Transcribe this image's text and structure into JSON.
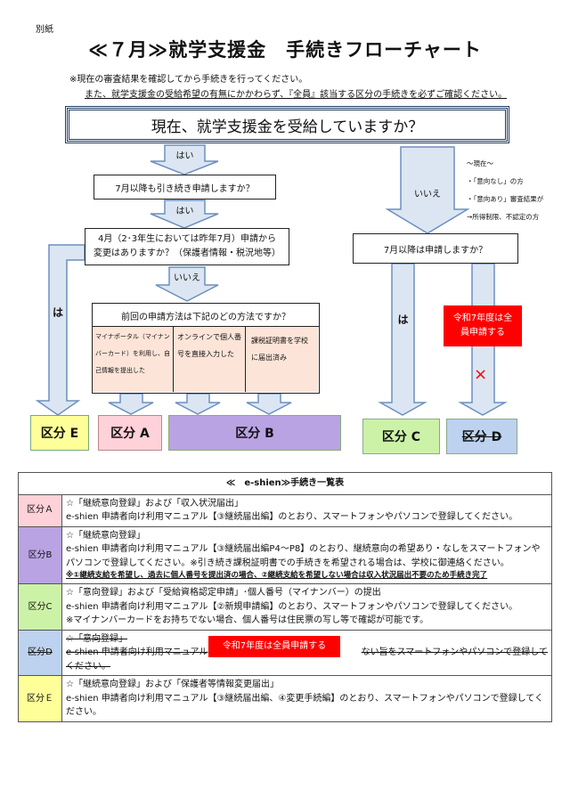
{
  "header": {
    "attachment": "別紙",
    "title": "≪７月≫就学支援金　手続きフローチャート",
    "note1": "※現在の審査結果を確認してから手続きを行ってください。",
    "note2": "また、就学支援金の受給希望の有無にかかわらず、『全員』該当する区分の手続きを必ずご確認ください。"
  },
  "flow": {
    "main_question": "現在、就学支援金を受給していますか？",
    "yes": "はい",
    "no": "いいえ",
    "q_continue": "7月以降も引き続き申請しますか？",
    "q_change": "4月（2･3年生においては昨年7月）申請から\n変更はありますか？（保護者情報・税況地等）",
    "q_method": "前回の申請方法は下記のどの方法ですか？",
    "method_mynaportal": "マイナポータル（マイナンバーカード）を利用し、自己情報を提出した",
    "method_online": "オンラインで個人番号を直接入力した",
    "method_school": "課税証明書を学校に届出済み",
    "q_apply_after_july": "7月以降は申請しますか？",
    "left_yes_label": "は",
    "mid_yes_label": "は",
    "side_note": [
      "～現在～",
      "・「意向なし」の方",
      "・「意向あり」審査結果が",
      "→所得制限、不認定の方"
    ],
    "reiwa_all": "令和7年度は全員申請する",
    "cross": "×",
    "categories": {
      "E": "区分 E",
      "A": "区分 A",
      "B": "区分 B",
      "C": "区分 C",
      "D": "区分 D"
    }
  },
  "table": {
    "title": "≪　e-shien≫手続き一覧表",
    "rows": [
      {
        "key": "区分Ａ",
        "lines": [
          "☆「継続意向登録」および「収入状況届出」",
          "e-shien 申請者向け利用マニュアル【③継続届出編】のとおり、スマートフォンやパソコンで登録してください。"
        ]
      },
      {
        "key": "区分B",
        "lines": [
          "☆「継続意向登録」",
          "e-shien 申請者向け利用マニュアル【③継続届出編P4～P8】のとおり、継続意向の希望あり・なしをスマートフォンやパソコンで登録してください。※引き続き課税証明書での手続きを希望される場合は、学校に御連絡ください。",
          "※①継続支給を希望し、過去に個人番号を提出済の場合、②継続支給を希望しない場合は収入状況届出不要のため手続き完了"
        ]
      },
      {
        "key": "区分C",
        "lines": [
          "☆「意向登録」および「受給資格認定申請」･個人番号（マイナンバー）の提出",
          "e-shien 申請者向け利用マニュアル【②新規申請編】のとおり、スマートフォンやパソコンで登録してください。",
          "※マイナンバーカードをお持ちでない場合、個人番号は住民票の写し等で確認が可能です。"
        ]
      },
      {
        "key": "区分D",
        "lines": [
          "☆「意向登録」",
          "e-shien 申請者向け利用マニュアル",
          "ない旨をスマートフォンやパソコンで登録して",
          "ください。"
        ],
        "overlay": "令和7年度は全員申請する"
      },
      {
        "key": "区分Ｅ",
        "lines": [
          "☆「継続意向登録」および「保護者等情報変更届出」",
          "e-shien 申請者向け利用マニュアル【③継続届出編、④変更手続編】のとおり、スマートフォンやパソコンで登録してください。"
        ]
      }
    ]
  },
  "colors": {
    "arrow_fill": "#dce6f2",
    "arrow_border": "#6d8fbf",
    "cat_E": "#ffff99",
    "cat_A": "#ffd1d9",
    "cat_B": "#b9a3e3",
    "cat_C": "#ccf2a8",
    "cat_D": "#bcd2ee",
    "method_fill": "#fde4d8",
    "red": "#ff0000"
  }
}
